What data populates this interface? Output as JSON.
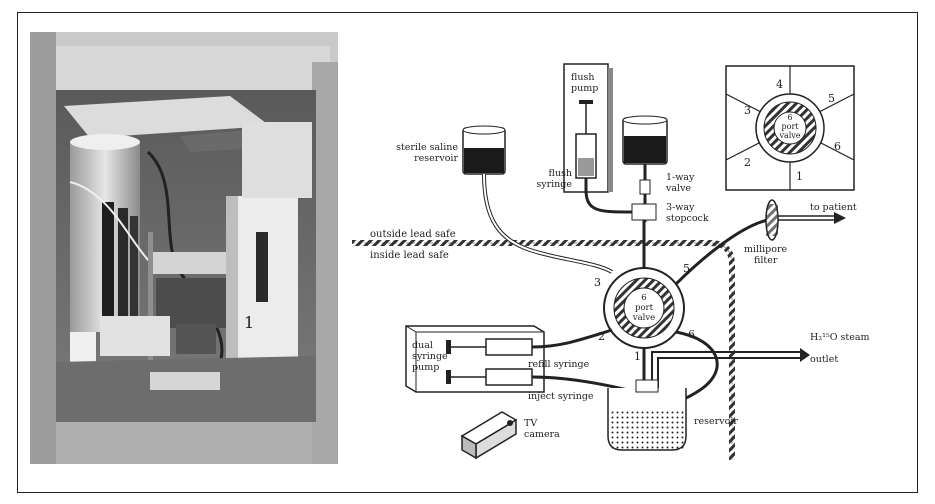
{
  "labels": {
    "sterile_saline": [
      "sterile saline",
      "reservoir"
    ],
    "flush_pump": [
      "flush",
      "pump"
    ],
    "flush_syringe": [
      "flush",
      "syringe"
    ],
    "one_way_valve": [
      "1-way",
      "valve"
    ],
    "three_way_stopcock": [
      "3-way",
      "stopcock"
    ],
    "outside_lead_safe": "outside lead safe",
    "inside_lead_safe": "inside lead safe",
    "to_patient": "to patient",
    "millipore_filter": [
      "millipore",
      "filter"
    ],
    "main_valve": [
      "6",
      "port",
      "valve"
    ],
    "inset_valve": [
      "6",
      "port",
      "valve"
    ],
    "inset_ports": [
      "4",
      "5",
      "6",
      "1",
      "2",
      "3"
    ],
    "main_ports": [
      "3",
      "5",
      "2",
      "6",
      "1"
    ],
    "h2o_steam": "H₂¹⁵O steam",
    "outlet": "outlet",
    "dual_syringe_pump": [
      "dual",
      "syringe",
      "pump"
    ],
    "refill_syringe": "refill syringe",
    "inject_syringe": "inject syringe",
    "tv_camera": [
      "TV",
      "camera"
    ],
    "reservoir": "reservoir",
    "photo_marker": "1"
  },
  "colors": {
    "ink": "#222222",
    "liquid": "#1a1a1a",
    "photo_bg": "#b5b5b5",
    "hatch": "#333333"
  }
}
